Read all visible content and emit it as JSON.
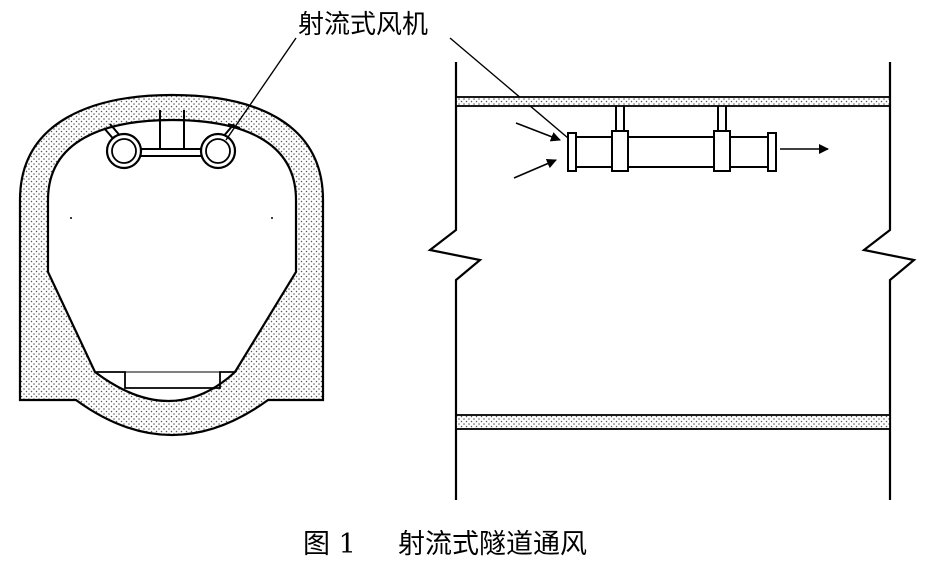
{
  "diagram": {
    "fan_label": "射流式风机",
    "caption_number": "图 1",
    "caption_title": "射流式隧道通风"
  }
}
